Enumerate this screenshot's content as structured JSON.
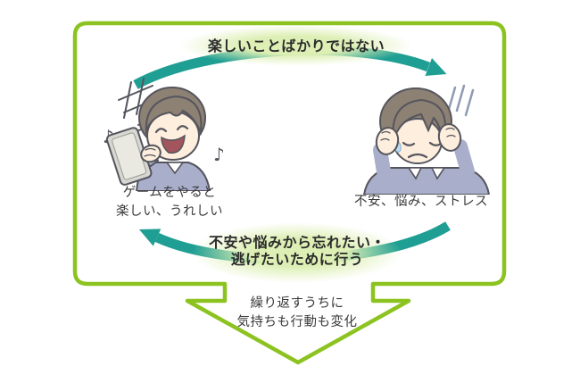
{
  "diagram": {
    "top_arrow_label": "楽しいことばかりではない",
    "bottom_arrow_label_line1": "不安や悩みから忘れたい・",
    "bottom_arrow_label_line2": "逃げたいために行う",
    "left_node": {
      "caption_line1": "ゲームをやると",
      "caption_line2": "楽しい、うれしい"
    },
    "right_node": {
      "caption": "不安、悩み、ストレス"
    },
    "outcome_line1": "繰り返すうちに",
    "outcome_line2": "気持ちも行動も変化",
    "music_note": "♪"
  },
  "colors": {
    "outline_green": "#8cc320",
    "arrow_teal": "#1f9e93",
    "label_glow": "#ddefb4",
    "text_dark": "#2b2b2b",
    "line_dark": "#55555e",
    "hair_brown": "#8d8174",
    "skin": "#fdeedd",
    "sweater_blue": "#a9aecb",
    "device_gray": "#d8d8d2",
    "device_screen": "#e9e9e2",
    "stress_line_blue": "#8f9ab5",
    "tear_blue": "#bfdcf2",
    "mouth_red": "#a2555c"
  }
}
